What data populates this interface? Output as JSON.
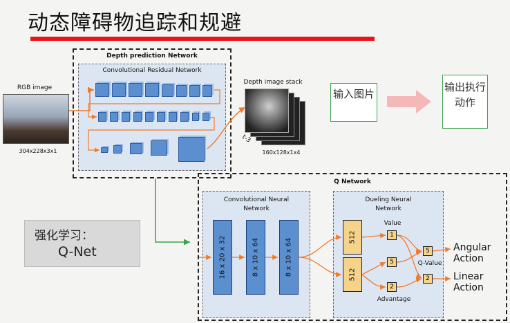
{
  "title": "动态障碍物追踪和规避",
  "depth_network": {
    "title": "Depth prediction Network",
    "inner_title": "Convolutional Residual Network",
    "rgb_label": "RGB image",
    "rgb_dims": "304x228x3x1",
    "stack_label": "Depth image stack",
    "stack_dims": "160x128x1x4",
    "stack_axis": "t-3"
  },
  "input_box": "输入图片",
  "output_box": "输出执行动作",
  "rl_box": {
    "line1": "强化学习：",
    "line2": "Q-Net"
  },
  "q_network": {
    "title": "Q Network",
    "conv_title": "Convolutional Neural Network",
    "conv_layers": [
      "16 x 20 x 32",
      "8 x 10 x 64",
      "8 x 10 x 64"
    ],
    "dueling_title": "Dueling Neural Network",
    "fc_layers": [
      "512",
      "512"
    ],
    "value_label": "Value",
    "advantage_label": "Advantage",
    "qvalue_label": "Q-Value",
    "nodes": {
      "value": "1",
      "adv5": "5",
      "adv2": "2",
      "q5": "5",
      "q2": "2"
    },
    "outputs": {
      "angular": "Angular Action",
      "linear": "Linear Action"
    }
  },
  "colors": {
    "title_bar": "#e8141a",
    "accent_green": "#3aa34a",
    "block_blue": "#5b8fd0",
    "fc_yellow": "#f6d38a",
    "arrow_orange": "#f07a2a"
  }
}
